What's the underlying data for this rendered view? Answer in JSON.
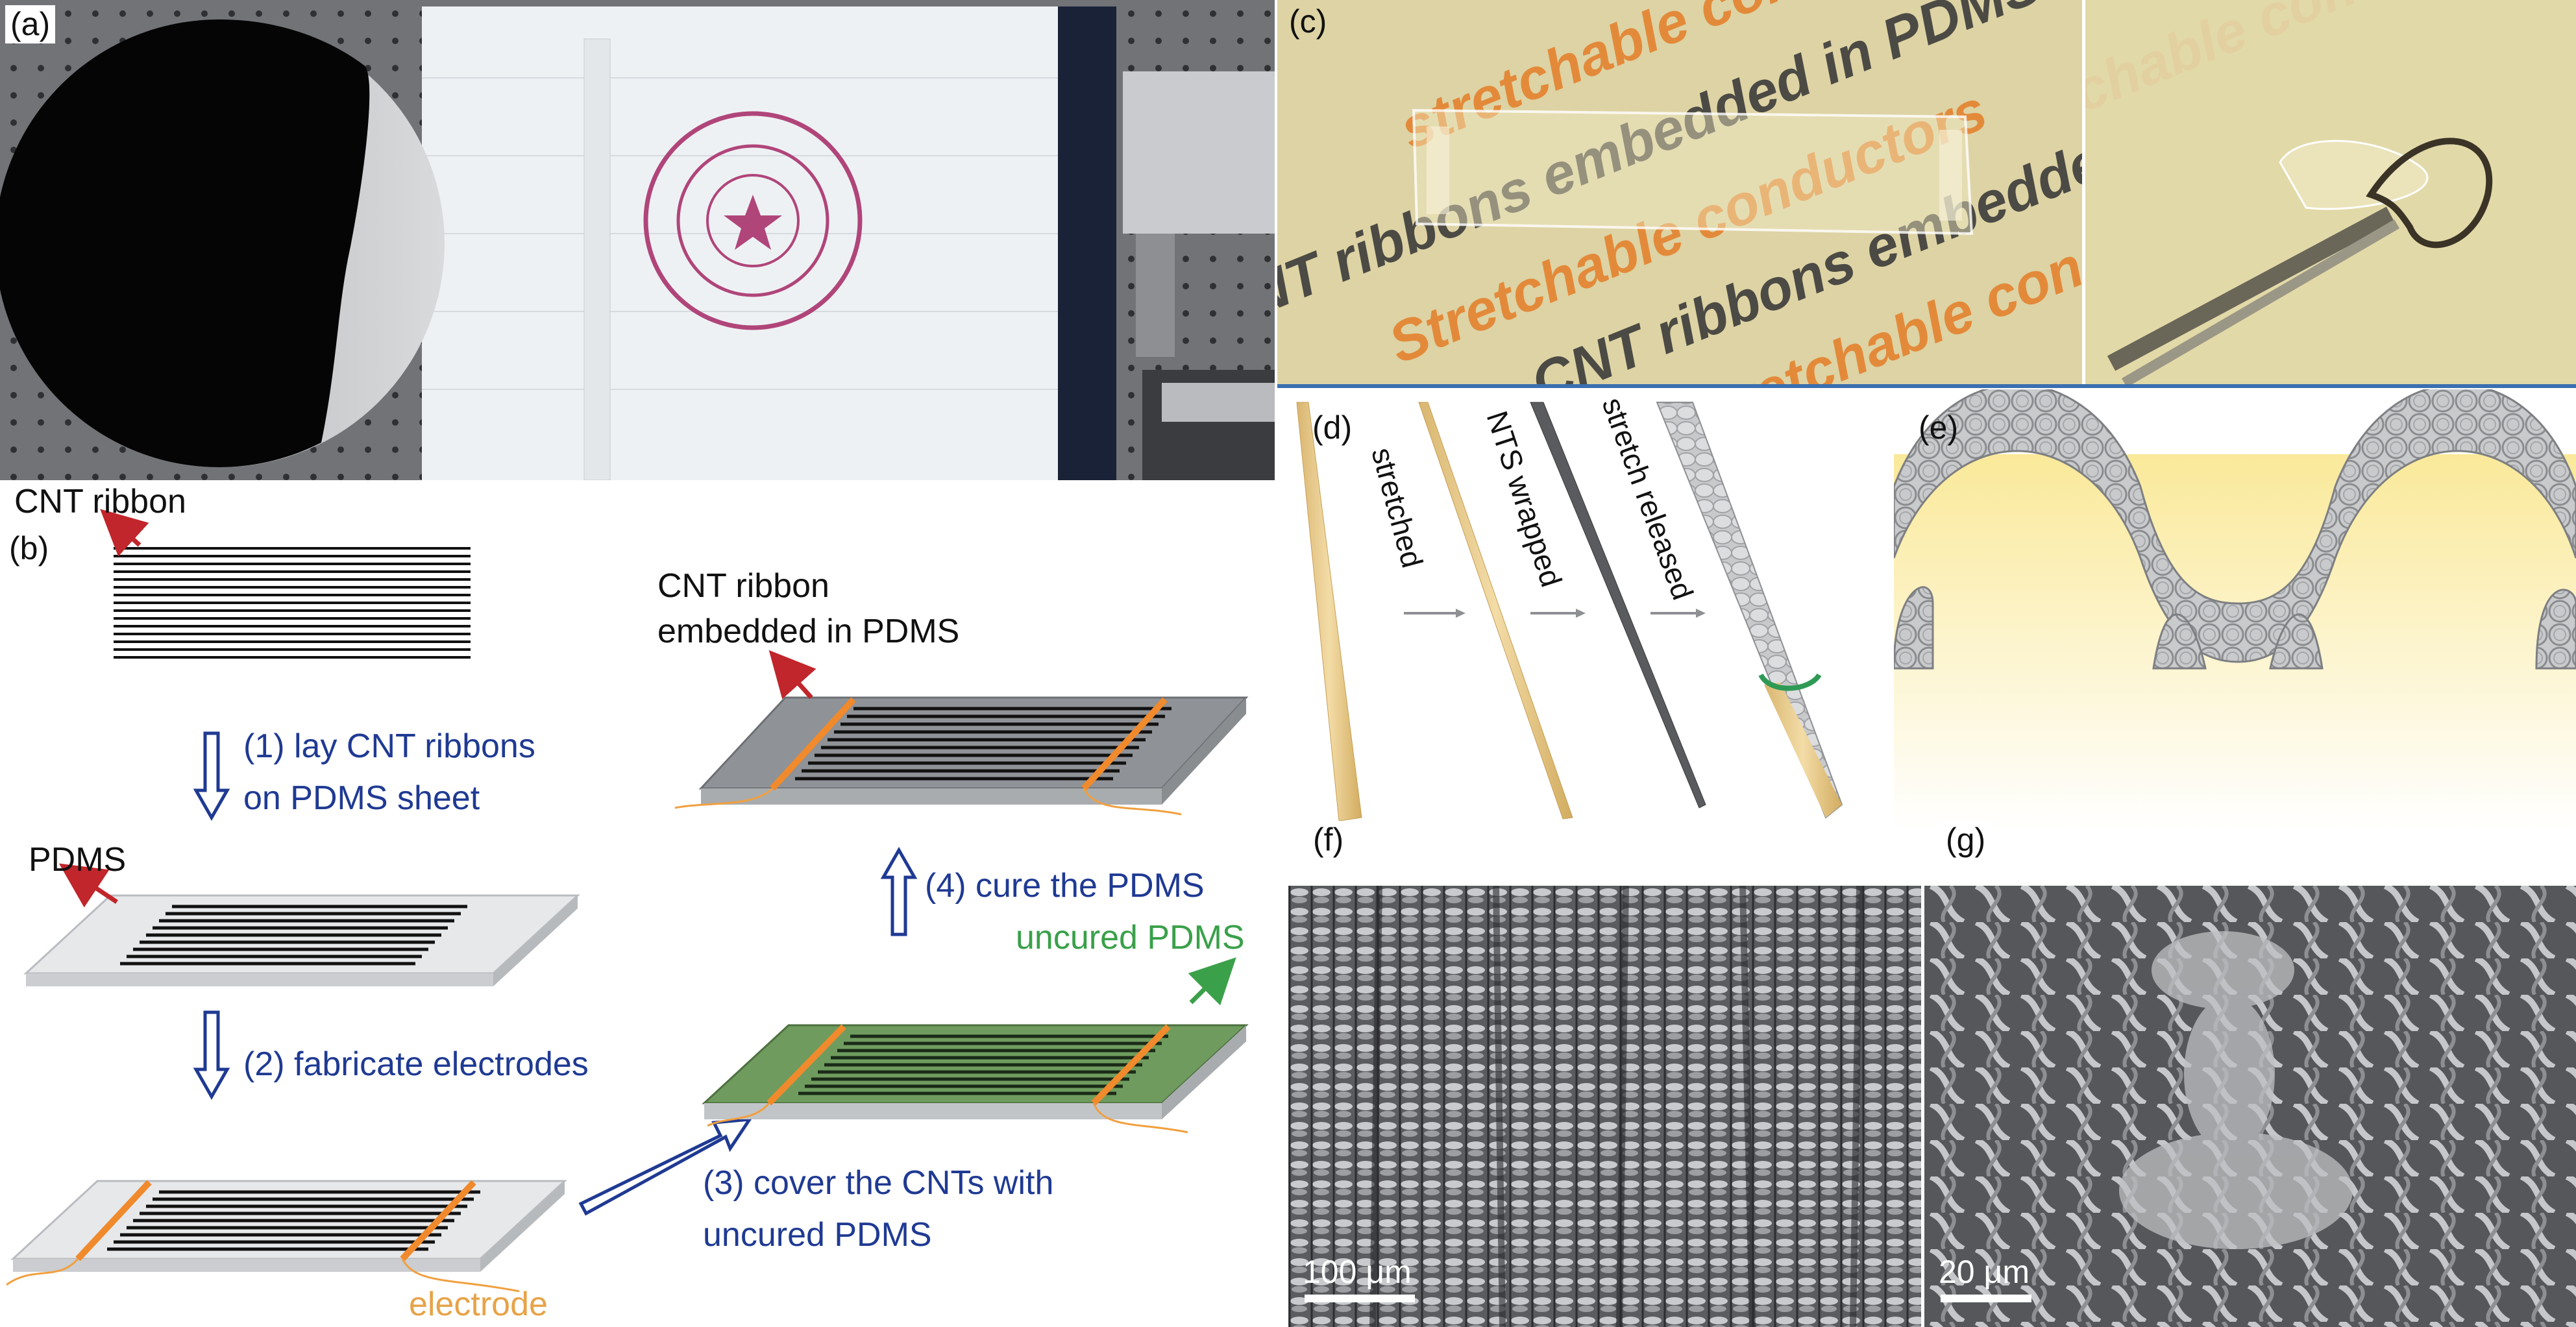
{
  "figure": {
    "panel_labels": {
      "a": "(a)",
      "b": "(b)",
      "c": "(c)",
      "d": "(d)",
      "e": "(e)",
      "f": "(f)",
      "g": "(g)"
    },
    "panel_b": {
      "cnt_ribbon": "CNT ribbon",
      "step1_line1": "(1) lay CNT ribbons",
      "step1_line2": "on PDMS sheet",
      "pdms": "PDMS",
      "step2": "(2) fabricate electrodes",
      "electrode": "electrode",
      "step3_line1": "(3) cover the CNTs with",
      "step3_line2": "uncured PDMS",
      "uncured_pdms": "uncured PDMS",
      "step4": "(4) cure the PDMS",
      "embedded_line1": "CNT ribbon",
      "embedded_line2": "embedded in PDMS"
    },
    "panel_c": {
      "bg_text_1": "stretchable conductors",
      "bg_text_2": "CNT ribbons embedded in PDMS",
      "bg_text_3": "Stretchable conductors",
      "bg_text_4": "CNT ribbons embedded in PDMS",
      "bg_text_5": "stretchable conductors",
      "bg_text_6": "stretchable conductors"
    },
    "panel_d": {
      "label_stretched": "stretched",
      "label_wrapped": "NTS wrapped",
      "label_released": "stretch released"
    },
    "panel_f": {
      "scale": "100 μm"
    },
    "panel_g": {
      "scale": "20 μm"
    },
    "colors": {
      "arrow_blue": "#1f3a93",
      "arrow_red": "#c0262b",
      "electrode_orange": "#f08a2c",
      "uncured_green": "#5e8e4e",
      "fiber_tan": "#e8c98a"
    }
  }
}
